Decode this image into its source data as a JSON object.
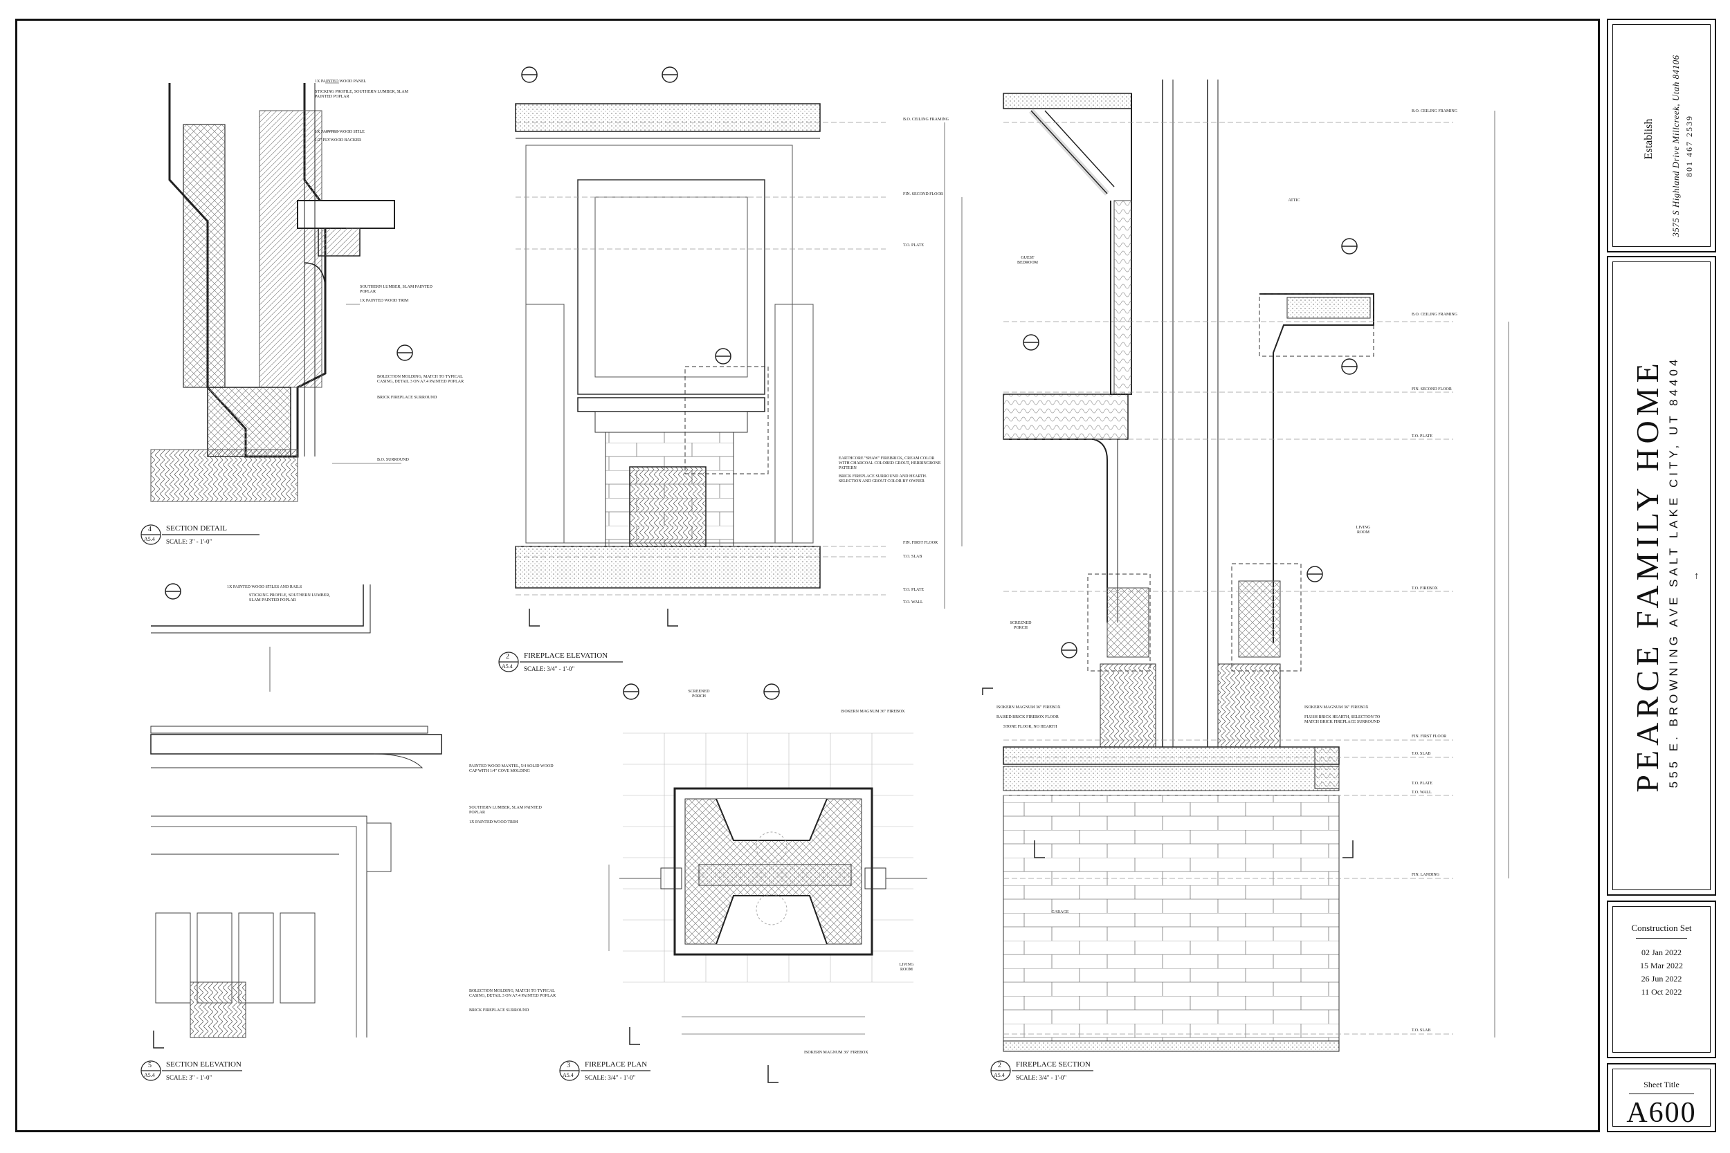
{
  "firm": {
    "name": "Establish",
    "address": "3575 S Highland Drive Millcreek, Utah 84106",
    "phone": "801 467 2539"
  },
  "project": {
    "name": "PEARCE FAMILY HOME",
    "address": "555 E. BROWNING AVE  SALT LAKE CITY, UT  84404"
  },
  "construction_set": {
    "title": "Construction Set",
    "dates": [
      "02 Jan 2022",
      "15 Mar 2022",
      "26 Jun 2022",
      "11 Oct 2022"
    ]
  },
  "sheet": {
    "label": "Sheet Title",
    "number": "A600"
  },
  "views": [
    {
      "num": "4",
      "sheet": "A5.4",
      "title": "SECTION DETAIL",
      "scale": "SCALE: 3\" - 1'-0\""
    },
    {
      "num": "2",
      "sheet": "A5.4",
      "title": "FIREPLACE ELEVATION",
      "scale": "SCALE: 3/4\" - 1'-0\""
    },
    {
      "num": "5",
      "sheet": "A5.4",
      "title": "SECTION ELEVATION",
      "scale": "SCALE: 3\" - 1'-0\""
    },
    {
      "num": "3",
      "sheet": "A5.4",
      "title": "FIREPLACE PLAN",
      "scale": "SCALE: 3/4\" - 1'-0\""
    },
    {
      "num": "2",
      "sheet": "A5.4",
      "title": "FIREPLACE SECTION",
      "scale": "SCALE: 3/4\" - 1'-0\""
    }
  ],
  "notes": {
    "detail": [
      "1X PAINTED WOOD PANEL",
      "STICKING PROFILE, SOUTHERN LUMBER, SLAM PAINTED POPLAR",
      "1X PAINTED WOOD STILE",
      "1/2\" PLYWOOD BACKER",
      "SOUTHERN LUMBER, SLAM PAINTED POPLAR",
      "1X PAINTED WOOD TRIM",
      "BOLECTION MOLDING, MATCH TO TYPICAL CASING, DETAIL 3 ON A7.4 PAINTED POPLAR",
      "BRICK FIREPLACE SURROUND",
      "B.O. SURROUND"
    ],
    "elevation": [
      "EARTHCORE \"SHAW\" FIREBRICK, CREAM COLOR WITH CHARCOAL COLORED GROUT, HERRINGBONE PATTERN",
      "BRICK FIREPLACE SURROUND AND HEARTH. SELECTION AND GROUT COLOR BY OWNER"
    ],
    "section_elev": [
      "1X PAINTED WOOD STILES AND RAILS",
      "STICKING PROFILE, SOUTHERN LUMBER, SLAM PAINTED POPLAR",
      "PAINTED WOOD MANTEL, 5/4 SOLID WOOD CAP WITH 1/4\" COVE MOLDING",
      "SOUTHERN LUMBER, SLAM PAINTED POPLAR",
      "1X PAINTED WOOD TRIM",
      "BOLECTION MOLDING, MATCH TO TYPICAL CASING, DETAIL 3 ON A7.4 PAINTED POPLAR",
      "BRICK FIREPLACE SURROUND"
    ],
    "plan": [
      "ISOKERN MAGNUM 36\" FIREBOX",
      "ISOKERN MAGNUM 36\" FIREBOX"
    ],
    "section_left": [
      "ISOKERN MAGNUM 36\" FIREBOX",
      "RAISED BRICK FIREBOX FLOOR",
      "STONE FLOOR, NO HEARTH"
    ],
    "section_right": [
      "ISOKERN MAGNUM 36\" FIREBOX",
      "FLUSH BRICK HEARTH, SELECTION TO MATCH BRICK FIREPLACE SURROUND"
    ]
  },
  "levels": [
    "B.O. CEILING FRAMING",
    "FIN. SECOND FLOOR",
    "T.O. PLATE",
    "FIN. FIRST FLOOR",
    "T.O. SLAB",
    "T.O. WALL",
    "T.O. FIREBOX",
    "FIN. LANDING"
  ],
  "rooms": [
    "GUEST BEDROOM",
    "ATTIC",
    "LIVING ROOM",
    "SCREENED PORCH",
    "GARAGE"
  ],
  "colors": {
    "ink": "#111111",
    "line": "#444444",
    "light": "#9a9a9a",
    "paper": "#ffffff"
  }
}
